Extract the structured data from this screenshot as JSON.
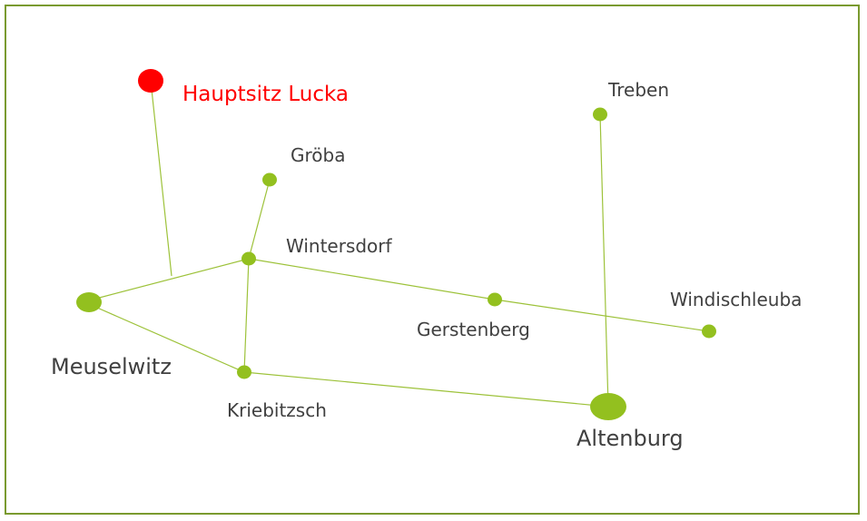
{
  "diagram": {
    "headquarters": {
      "label": "Hauptsitz Lucka",
      "color": "#ff0000"
    },
    "node_color": "#93c01f",
    "edge_color": "#9dc23a",
    "border_color": "#7a9a2f",
    "locations": [
      {
        "id": "treben",
        "label": "Treben"
      },
      {
        "id": "groeba",
        "label": "Gröba"
      },
      {
        "id": "wintersdorf",
        "label": "Wintersdorf"
      },
      {
        "id": "meuselwitz",
        "label": "Meuselwitz"
      },
      {
        "id": "gerstenberg",
        "label": "Gerstenberg"
      },
      {
        "id": "windischleuba",
        "label": "Windischleuba"
      },
      {
        "id": "kriebitzsch",
        "label": "Kriebitzsch"
      },
      {
        "id": "altenburg",
        "label": "Altenburg"
      }
    ],
    "connections": [
      [
        "hq",
        "meuselwitz-wintersdorf-line"
      ],
      [
        "meuselwitz",
        "wintersdorf"
      ],
      [
        "meuselwitz",
        "kriebitzsch"
      ],
      [
        "groeba",
        "wintersdorf"
      ],
      [
        "wintersdorf",
        "kriebitzsch"
      ],
      [
        "wintersdorf",
        "gerstenberg"
      ],
      [
        "gerstenberg",
        "windischleuba"
      ],
      [
        "kriebitzsch",
        "altenburg"
      ],
      [
        "treben",
        "altenburg"
      ]
    ]
  }
}
